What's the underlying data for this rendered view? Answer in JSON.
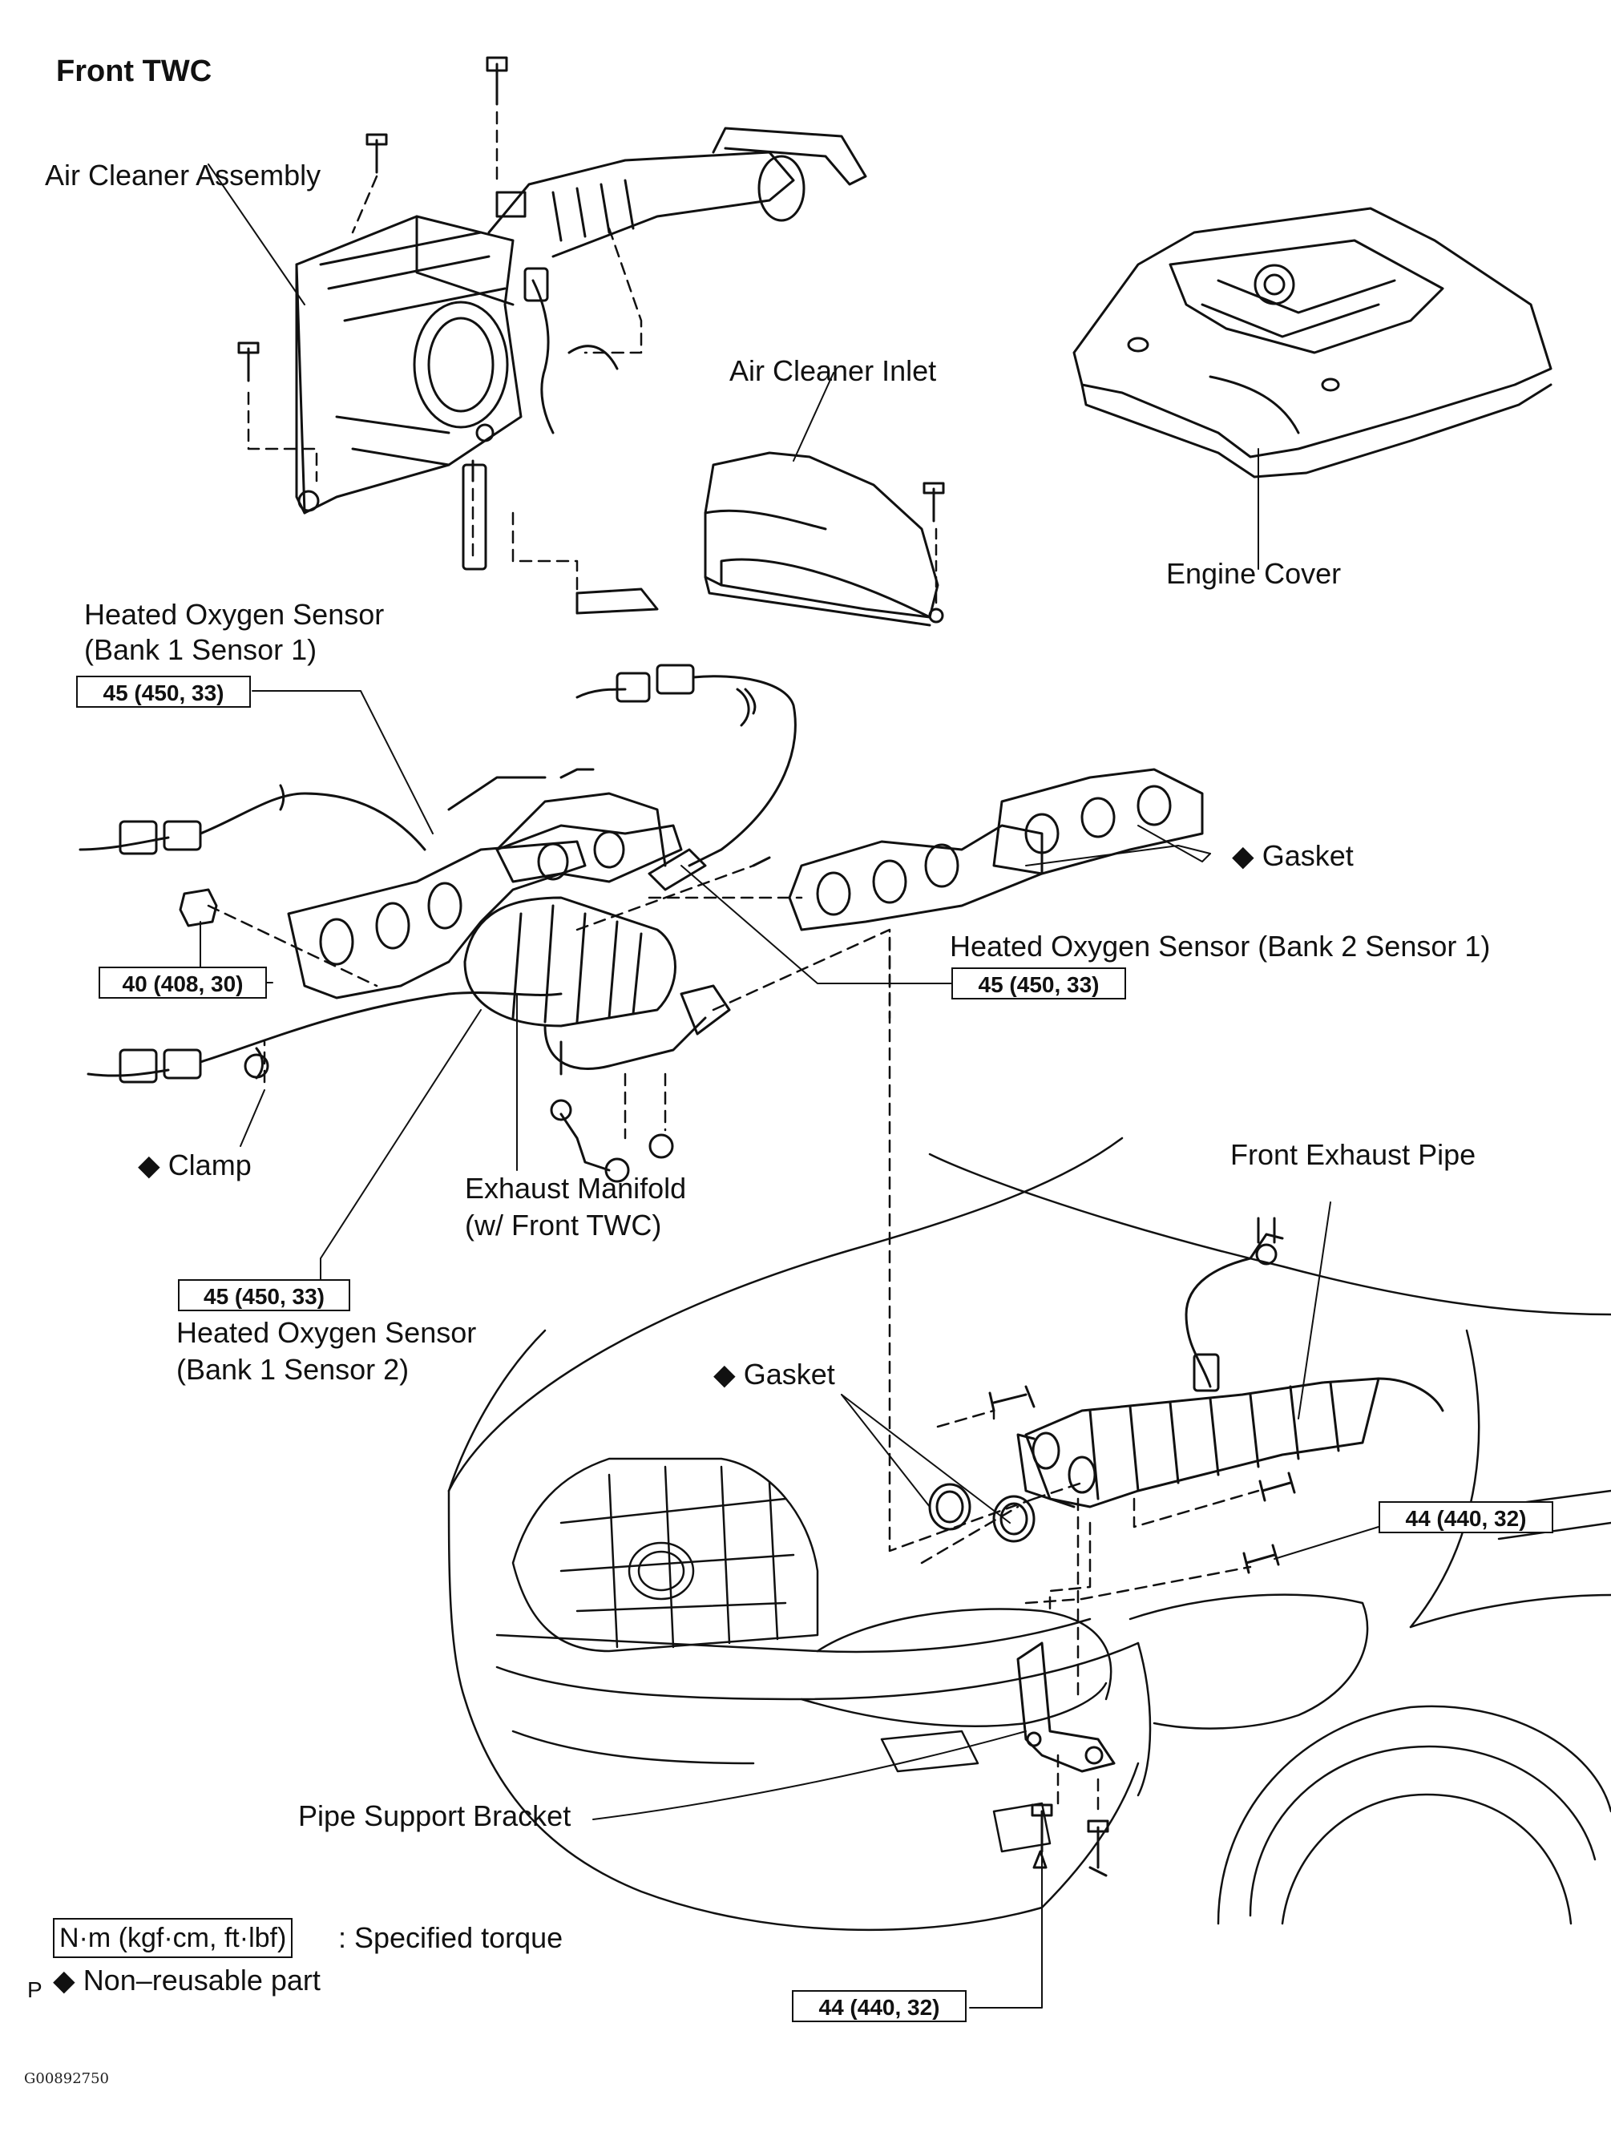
{
  "title": "Front TWC",
  "labels": {
    "air_cleaner_assembly": "Air Cleaner Assembly",
    "air_cleaner_inlet": "Air Cleaner Inlet",
    "engine_cover": "Engine Cover",
    "ho2s_b1s1_line1": "Heated Oxygen Sensor",
    "ho2s_b1s1_line2": "(Bank 1 Sensor 1)",
    "gasket_upper": "◆ Gasket",
    "ho2s_b2s1": "Heated Oxygen Sensor (Bank 2 Sensor 1)",
    "clamp": "◆ Clamp",
    "exhaust_manifold_line1": "Exhaust Manifold",
    "exhaust_manifold_line2": "(w/ Front TWC)",
    "front_exhaust_pipe": "Front Exhaust Pipe",
    "ho2s_b1s2_line1": "Heated Oxygen Sensor",
    "ho2s_b1s2_line2": "(Bank 1 Sensor 2)",
    "gasket_lower": "◆ Gasket",
    "pipe_support_bracket": "Pipe Support Bracket"
  },
  "torques": {
    "ho2s_b1s1": "45 (450, 33)",
    "nut_40": "40 (408, 30)",
    "ho2s_b2s1": "45 (450, 33)",
    "ho2s_b1s2": "45 (450, 33)",
    "pipe_bolt": "44 (440, 32)",
    "bracket_bolt": "44 (440, 32)"
  },
  "legend": {
    "torque_units": "N·m (kgf·cm, ft·lbf)",
    "torque_desc": ": Specified torque",
    "nonreusable": "◆ Non–reusable part",
    "p_mark": "P"
  },
  "figure_code": "G00892750"
}
